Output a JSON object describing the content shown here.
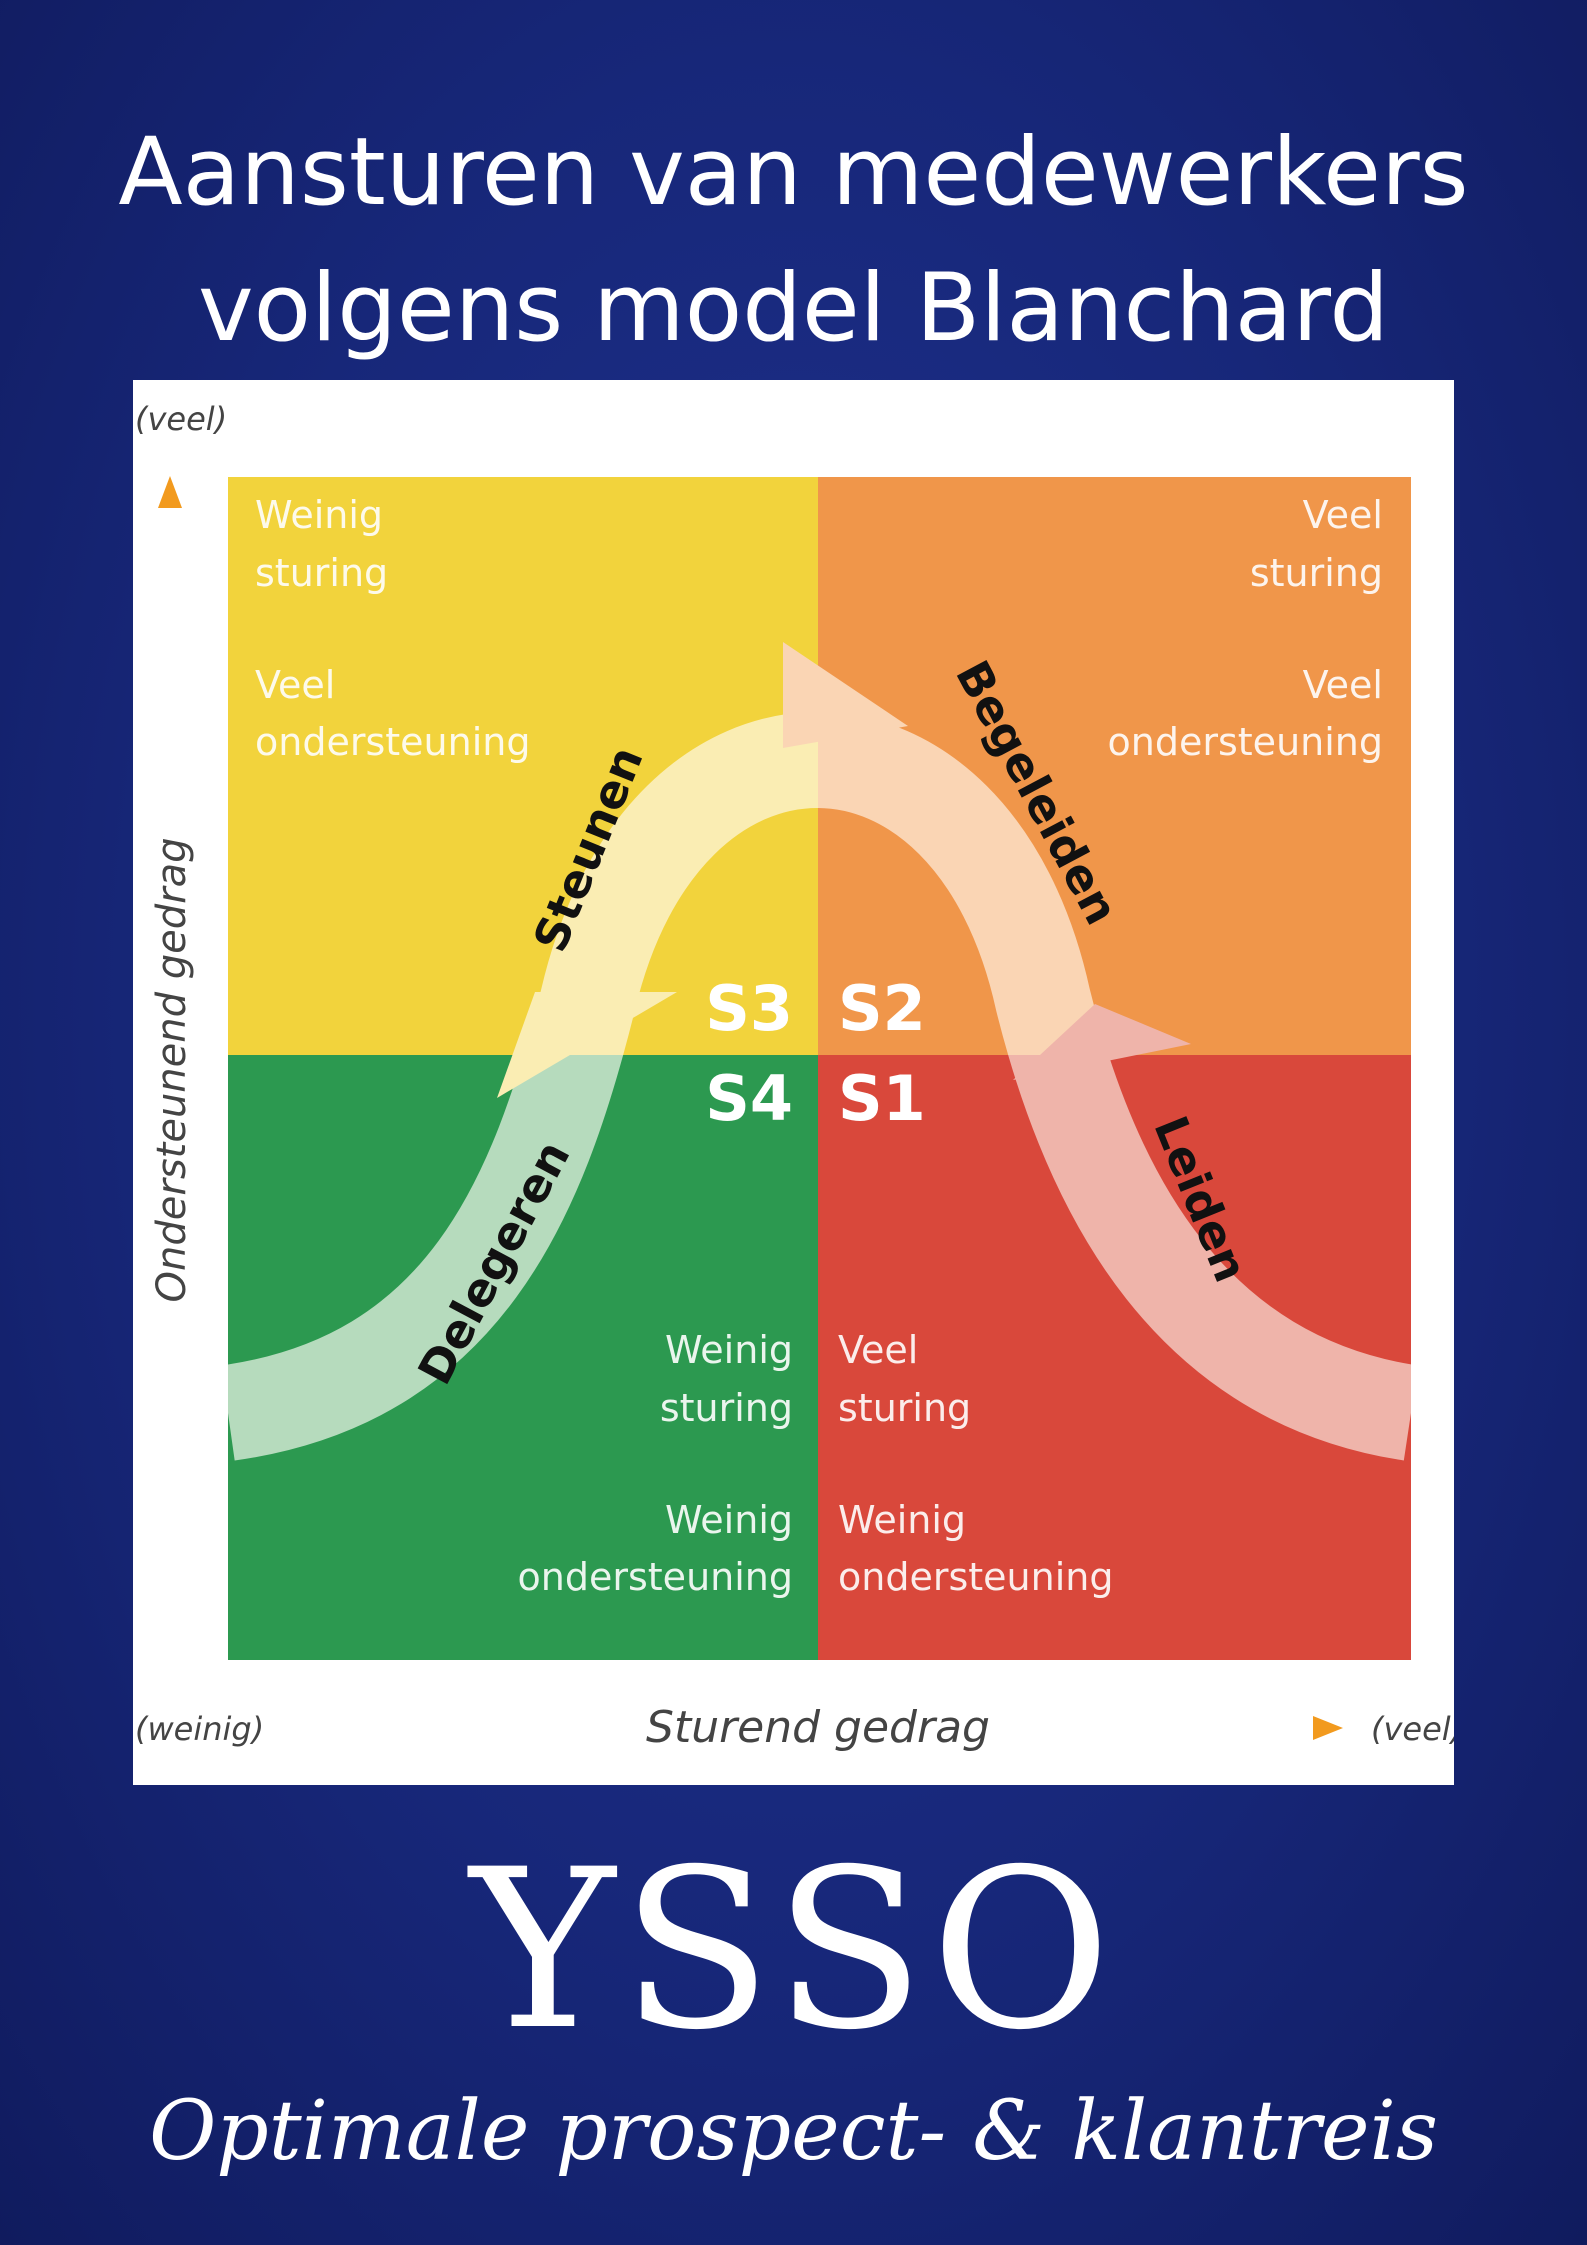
{
  "header": {
    "title_line1": "Aansturen van medewerkers",
    "title_line2": "volgens model Blanchard"
  },
  "diagram": {
    "y_axis": {
      "top_label": "(veel)",
      "label": "Ondersteunend gedrag"
    },
    "x_axis": {
      "left_label": "(weinig)",
      "label": "Sturend gedrag",
      "right_label": "(veel)"
    },
    "quadrants": [
      {
        "id": "S3",
        "code": "S3",
        "style": "Steunen",
        "color": "#f2d33c",
        "line1": "Weinig",
        "line2": "sturing",
        "line3": "Veel",
        "line4": "ondersteuning"
      },
      {
        "id": "S2",
        "code": "S2",
        "style": "Begeleiden",
        "color": "#f0964a",
        "line1": "Veel",
        "line2": "sturing",
        "line3": "Veel",
        "line4": "ondersteuning"
      },
      {
        "id": "S4",
        "code": "S4",
        "style": "Delegeren",
        "color": "#2c9950",
        "line1": "Weinig",
        "line2": "sturing",
        "line3": "Weinig",
        "line4": "ondersteuning"
      },
      {
        "id": "S1",
        "code": "S1",
        "style": "Leiden",
        "color": "#d9483b",
        "line1": "Veel",
        "line2": "sturing",
        "line3": "Weinig",
        "line4": "ondersteuning"
      }
    ],
    "colors": {
      "axis_arrow": "#f2a61d"
    }
  },
  "brand": {
    "logo": "YSSO",
    "tagline": "Optimale prospect- & klantreis"
  }
}
